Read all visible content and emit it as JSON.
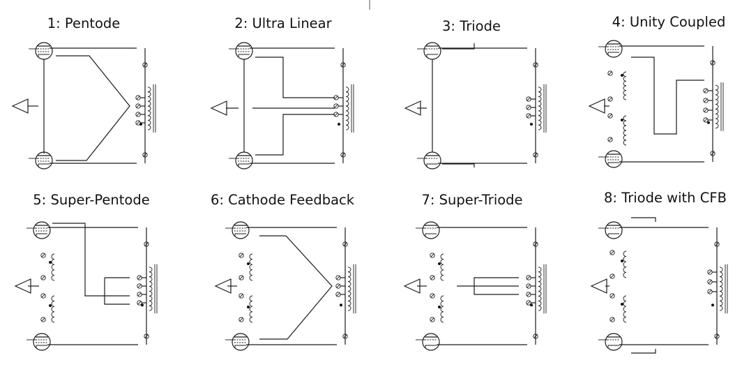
{
  "figure": {
    "panels": [
      {
        "id": 1,
        "title": "1: Pentode",
        "topology": "pentode"
      },
      {
        "id": 2,
        "title": "2: Ultra Linear",
        "topology": "ultra-linear"
      },
      {
        "id": 3,
        "title": "3: Triode",
        "topology": "triode"
      },
      {
        "id": 4,
        "title": "4: Unity Coupled",
        "topology": "unity-coupled"
      },
      {
        "id": 5,
        "title": "5: Super-Pentode",
        "topology": "super-pentode"
      },
      {
        "id": 6,
        "title": "6: Cathode Feedback",
        "topology": "cathode-feedback"
      },
      {
        "id": 7,
        "title": "7: Super-Triode",
        "topology": "super-triode"
      },
      {
        "id": 8,
        "title": "8: Triode with CFB",
        "topology": "triode-cfb"
      }
    ]
  }
}
